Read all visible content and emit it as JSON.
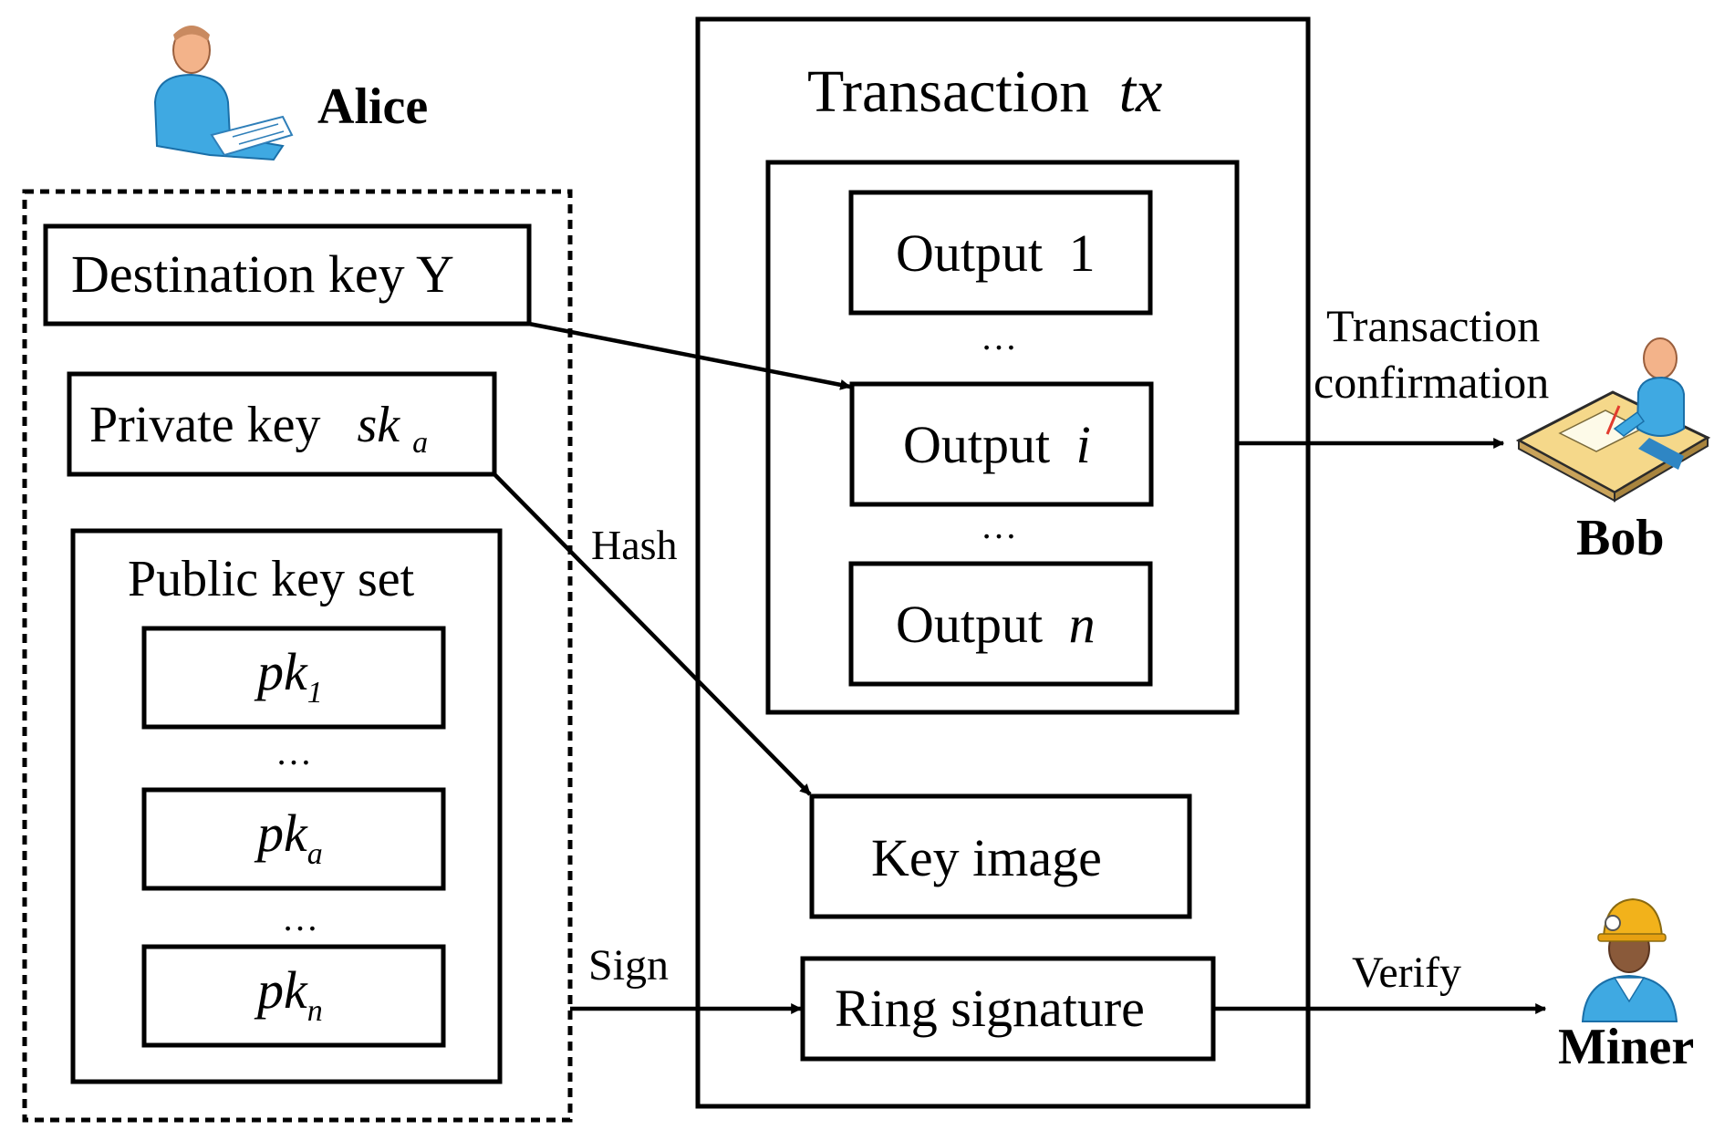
{
  "actors": {
    "alice": "Alice",
    "bob": "Bob",
    "miner": "Miner"
  },
  "alice_side": {
    "destination_key": "Destination key Y",
    "private_key_label": "Private key",
    "private_key_symbol": "sk",
    "private_key_sub": "a",
    "public_key_set_title": "Public key set",
    "public_keys": [
      {
        "symbol": "pk",
        "sub": "1"
      },
      {
        "symbol": "pk",
        "sub": "a"
      },
      {
        "symbol": "pk",
        "sub": "n"
      }
    ],
    "ellipsis": "…"
  },
  "transaction": {
    "title_prefix": "Transaction",
    "title_var": "tx",
    "outputs": [
      {
        "label": "Output",
        "var": "1"
      },
      {
        "label": "Output",
        "var": "i"
      },
      {
        "label": "Output",
        "var": "n"
      }
    ],
    "key_image": "Key image",
    "ring_signature": "Ring signature"
  },
  "edges": {
    "hash": "Hash",
    "sign": "Sign",
    "verify": "Verify",
    "confirmation_line1": "Transaction",
    "confirmation_line2": "confirmation"
  }
}
